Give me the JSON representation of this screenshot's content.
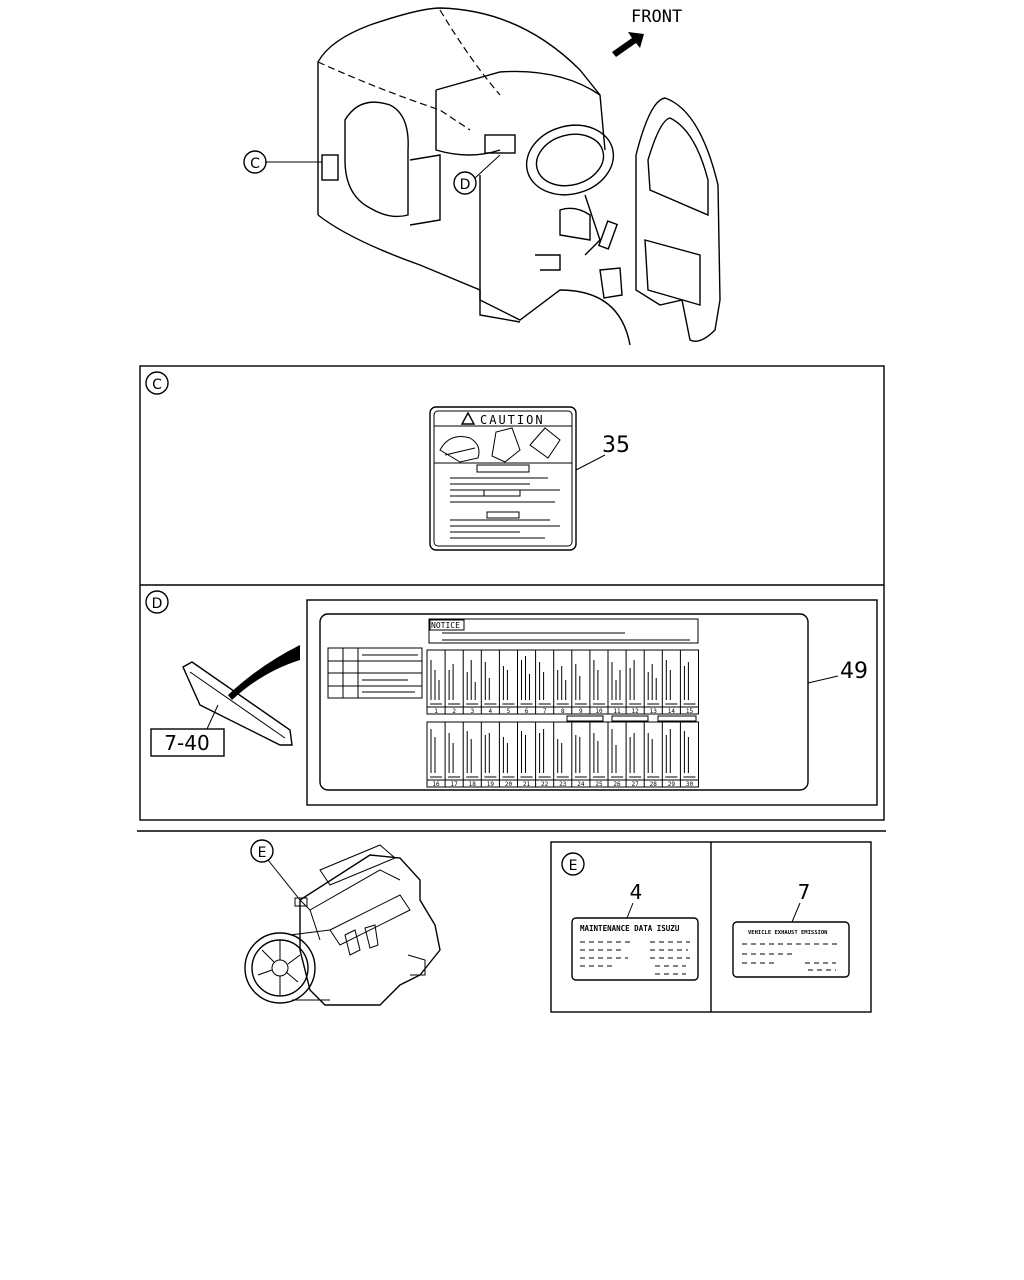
{
  "top_view": {
    "front_label": "FRONT"
  },
  "callouts": {
    "c": "C",
    "d": "D",
    "e": "E"
  },
  "section_c": {
    "part_number": "35",
    "caution_title": "CAUTION"
  },
  "section_d": {
    "part_number": "49",
    "ref_label": "7-40",
    "notice_title": "NOTICE",
    "row1_numbers": [
      "1",
      "2",
      "3",
      "4",
      "5",
      "6",
      "7",
      "8",
      "9",
      "10",
      "11",
      "12",
      "13",
      "14",
      "15"
    ],
    "row2_numbers": [
      "16",
      "17",
      "18",
      "19",
      "20",
      "21",
      "22",
      "23",
      "24",
      "25",
      "26",
      "27",
      "28",
      "29",
      "30"
    ]
  },
  "section_e": {
    "part_a": "4",
    "part_a_title": "MAINTENANCE DATA ISUZU",
    "part_b": "7",
    "part_b_title": "VEHICLE EXHAUST EMISSION"
  }
}
